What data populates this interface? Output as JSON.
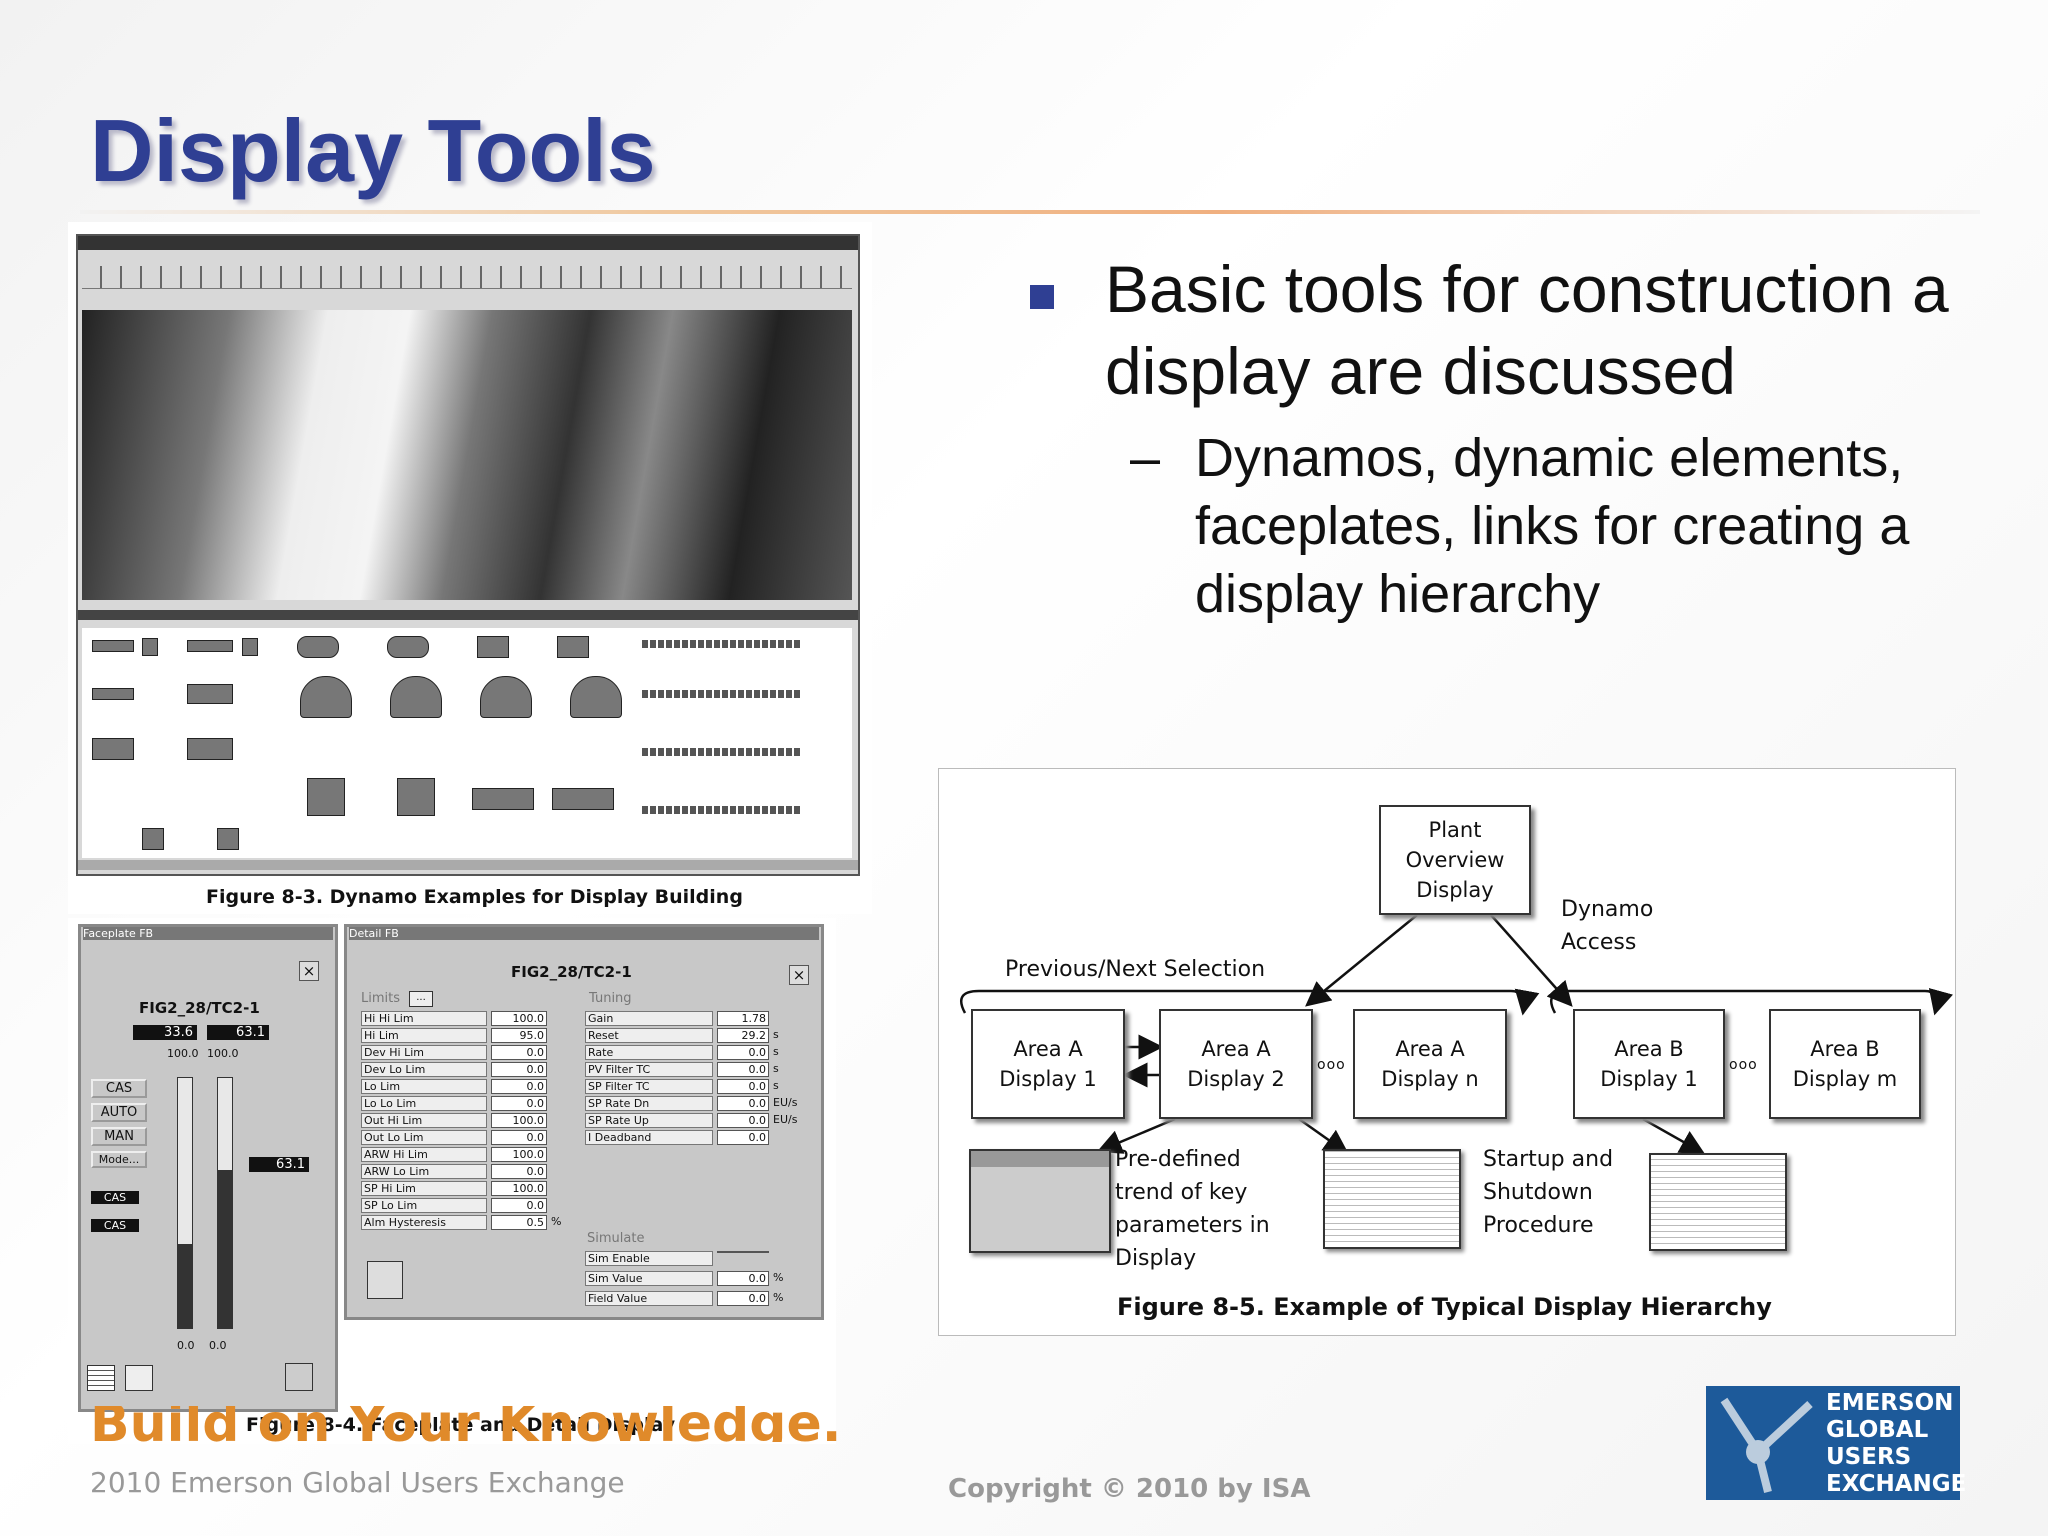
{
  "slide": {
    "title": "Display Tools",
    "bullet": "Basic tools for construction a display are discussed",
    "sub_bullet": "Dynamos, dynamic elements, faceplates, links for creating a display hierarchy"
  },
  "figures": {
    "fig83_caption": "Figure 8-3. Dynamo Examples for Display Building",
    "fig84_caption": "Figure 8-4. Faceplate and Detail Display",
    "fig85_caption": "Figure 8-5. Example of Typical Display Hierarchy"
  },
  "faceplate": {
    "header": "Faceplate FB",
    "tag": "FIG2_28/TC2-1",
    "pv": "33.6",
    "sp": "63.1",
    "out": "63.1",
    "scale_top": "100.0",
    "scale_top2": "100.0",
    "scale_bottom": "0.0",
    "scale_bottom2": "0.0",
    "modes": [
      "CAS",
      "AUTO",
      "MAN",
      "Mode..."
    ],
    "mode_actual": "CAS",
    "mode_target": "CAS"
  },
  "detail": {
    "header": "Detail FB",
    "tag": "FIG2_28/TC2-1",
    "limits_label": "Limits",
    "tuning_label": "Tuning",
    "simulate_label": "Simulate",
    "limits": [
      {
        "name": "Hi Hi Lim",
        "value": "100.0"
      },
      {
        "name": "Hi Lim",
        "value": "95.0"
      },
      {
        "name": "Dev Hi Lim",
        "value": "0.0"
      },
      {
        "name": "Dev Lo Lim",
        "value": "0.0"
      },
      {
        "name": "Lo Lim",
        "value": "0.0"
      },
      {
        "name": "Lo Lo Lim",
        "value": "0.0"
      },
      {
        "name": "Out Hi Lim",
        "value": "100.0"
      },
      {
        "name": "Out Lo Lim",
        "value": "0.0"
      },
      {
        "name": "ARW Hi Lim",
        "value": "100.0"
      },
      {
        "name": "ARW Lo Lim",
        "value": "0.0"
      },
      {
        "name": "SP Hi Lim",
        "value": "100.0"
      },
      {
        "name": "SP Lo Lim",
        "value": "0.0"
      },
      {
        "name": "Alm Hysteresis",
        "value": "0.5",
        "unit": "%"
      }
    ],
    "tuning": [
      {
        "name": "Gain",
        "value": "1.78",
        "unit": ""
      },
      {
        "name": "Reset",
        "value": "29.2",
        "unit": "s"
      },
      {
        "name": "Rate",
        "value": "0.0",
        "unit": "s"
      },
      {
        "name": "PV Filter TC",
        "value": "0.0",
        "unit": "s"
      },
      {
        "name": "SP Filter TC",
        "value": "0.0",
        "unit": "s"
      },
      {
        "name": "SP Rate Dn",
        "value": "0.0",
        "unit": "EU/s"
      },
      {
        "name": "SP Rate Up",
        "value": "0.0",
        "unit": "EU/s"
      },
      {
        "name": "I Deadband",
        "value": "0.0",
        "unit": ""
      }
    ],
    "simulate": [
      {
        "name": "Sim Enable",
        "value": "",
        "unit": ""
      },
      {
        "name": "Sim Value",
        "value": "0.0",
        "unit": "%"
      },
      {
        "name": "Field Value",
        "value": "0.0",
        "unit": "%"
      }
    ]
  },
  "hierarchy": {
    "plant": "Plant Overview Display",
    "dynamo_access": "Dynamo Access",
    "prev_next": "Previous/Next Selection",
    "area_a1": "Area A Display 1",
    "area_a2": "Area A Display 2",
    "area_an": "Area A Display n",
    "area_b1": "Area B Display 1",
    "area_bm": "Area B Display m",
    "ellipsis": "ooo",
    "trend_text": "Pre-defined trend of key parameters in Display",
    "startup_text": "Startup and Shutdown Procedure"
  },
  "footer": {
    "tagline": "Build on Your Knowledge.",
    "event": "2010 Emerson Global Users Exchange",
    "copyright": "Copyright © 2010 by ISA",
    "logo": [
      "EMERSON",
      "GLOBAL",
      "USERS",
      "EXCHANGE"
    ]
  }
}
